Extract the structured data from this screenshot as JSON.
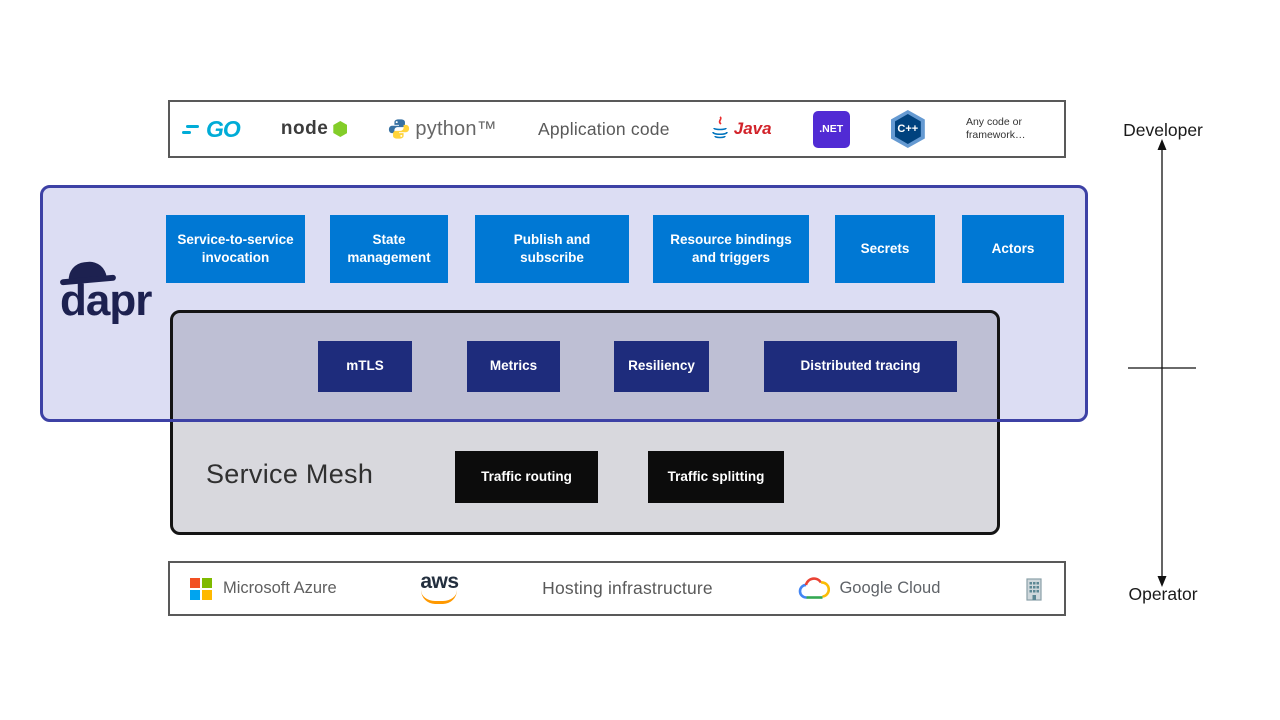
{
  "application_bar": {
    "title": "Application code",
    "note": "Any code or framework…",
    "logos": {
      "go": "GO",
      "node": "node",
      "python": "python™",
      "java": "Java",
      "dotnet": ".NET",
      "cpp": "C++"
    }
  },
  "axis": {
    "top_label": "Developer",
    "bottom_label": "Operator"
  },
  "dapr_block": {
    "logo_text": "dapr",
    "capabilities": [
      "Service-to-service invocation",
      "State management",
      "Publish and subscribe",
      "Resource bindings and triggers",
      "Secrets",
      "Actors"
    ]
  },
  "shared_capabilities": [
    "mTLS",
    "Metrics",
    "Resiliency",
    "Distributed tracing"
  ],
  "service_mesh": {
    "title": "Service Mesh",
    "features": [
      "Traffic routing",
      "Traffic splitting"
    ]
  },
  "hosting_bar": {
    "title": "Hosting infrastructure",
    "providers": {
      "azure": "Microsoft Azure",
      "aws": "aws",
      "gcp": "Google Cloud"
    }
  },
  "colors": {
    "capability_blue": "#0078d4",
    "shared_navy": "#1e2c7c",
    "mesh_feature_black": "#0c0c0c",
    "dapr_fill": "#dcddf3",
    "dapr_border": "#3d41a5",
    "mesh_border": "#141414"
  }
}
